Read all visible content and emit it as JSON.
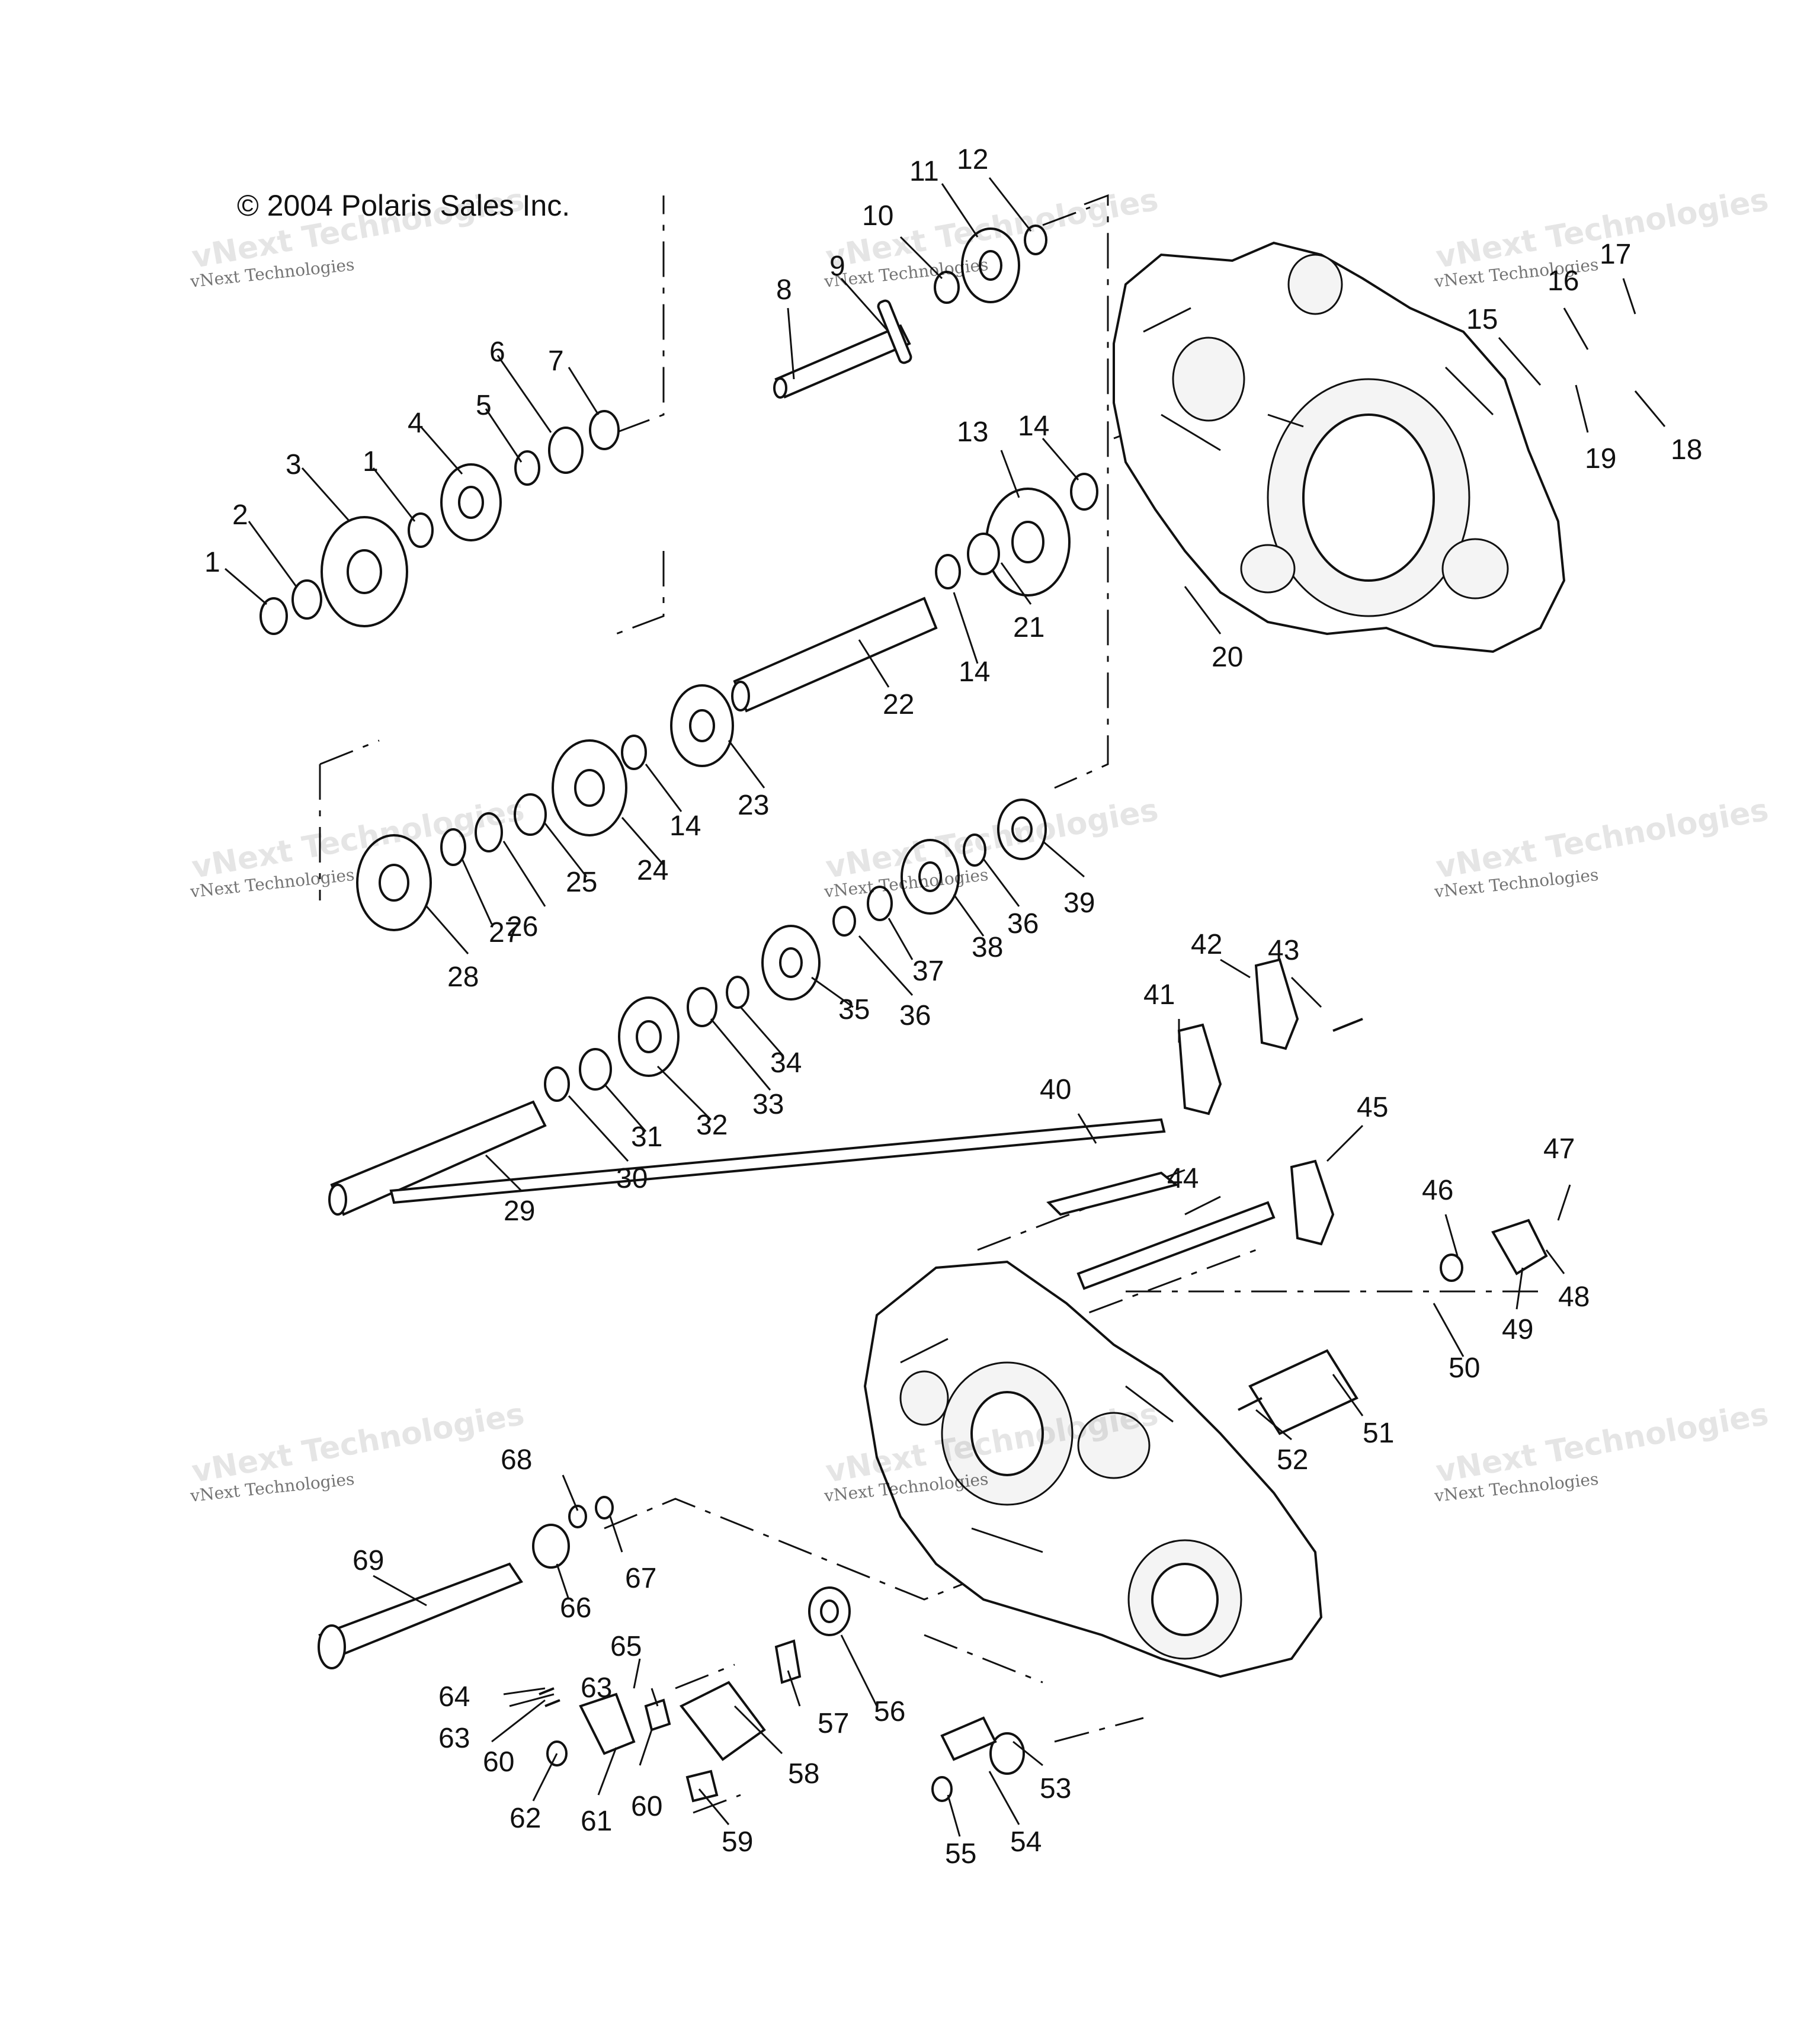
{
  "copyright": "© 2004 Polaris Sales Inc.",
  "watermark": {
    "small_text": "vNext Technologies",
    "big_text": "vNext Technologies"
  },
  "callouts": [
    "1",
    "2",
    "3",
    "1",
    "4",
    "5",
    "6",
    "7",
    "8",
    "9",
    "10",
    "11",
    "12",
    "13",
    "14",
    "14",
    "15",
    "16",
    "17",
    "18",
    "19",
    "20",
    "21",
    "22",
    "23",
    "14",
    "24",
    "25",
    "26",
    "27",
    "28",
    "29",
    "30",
    "31",
    "32",
    "33",
    "34",
    "35",
    "36",
    "36",
    "37",
    "38",
    "39",
    "40",
    "41",
    "42",
    "43",
    "44",
    "45",
    "46",
    "47",
    "48",
    "49",
    "50",
    "51",
    "52",
    "53",
    "54",
    "55",
    "56",
    "57",
    "58",
    "59",
    "60",
    "60",
    "61",
    "62",
    "63",
    "63",
    "64",
    "65",
    "66",
    "67",
    "68",
    "69"
  ]
}
